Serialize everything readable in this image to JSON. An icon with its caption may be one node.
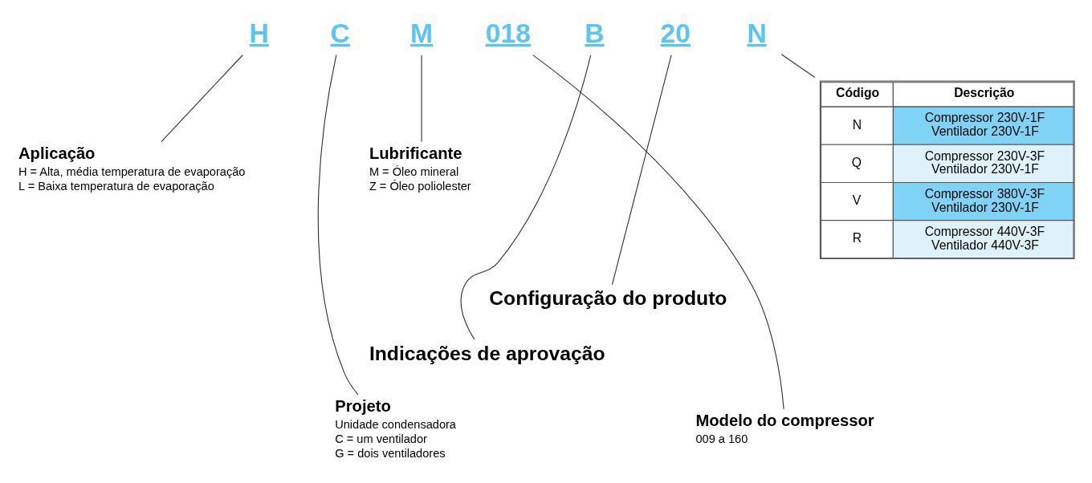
{
  "diagram": {
    "nodes": [
      {
        "text": [
          "H"
        ]
      },
      {
        "text": [
          "C"
        ]
      },
      {
        "text": [
          "M"
        ]
      },
      {
        "text": [
          "018"
        ]
      },
      {
        "text": [
          "B"
        ]
      },
      {
        "text": [
          "20"
        ]
      },
      {
        "text": [
          "N"
        ]
      },
      {
        "text": [
          "Aplicação",
          "H = Alta, média temperatura de evaporação",
          "L = Baixa temperatura de evaporação"
        ]
      },
      {
        "text": [
          "Projeto",
          "Unidade condensadora",
          "C = um ventilador",
          "G = dois ventiladores"
        ]
      },
      {
        "text": [
          "Lubrificante",
          "M = Óleo mineral",
          "Z = Óleo poliolester"
        ]
      },
      {
        "text": [
          "Modelo do compressor",
          "009 a 160"
        ]
      },
      {
        "text": [
          "Indicações de aprovação"
        ]
      },
      {
        "text": [
          "Configuração do produto"
        ]
      },
      {
        "text": [
          "Código",
          "Descrição",
          "N",
          "Compressor 230V-1F Ventilador 230V-1F",
          "Q",
          "Compressor 230V-3F Ventilador 230V-1F",
          "V",
          "Compressor 380V-3F Ventilador 230V-1F",
          "R",
          "Compressor 440V-3F Ventilador 440V-3F"
        ]
      }
    ],
    "edges": [
      {
        "from": 0,
        "to": 7,
        "arrow": "none"
      },
      {
        "from": 1,
        "to": 8,
        "arrow": "none"
      },
      {
        "from": 2,
        "to": 9,
        "arrow": "none"
      },
      {
        "from": 3,
        "to": 10,
        "arrow": "none"
      },
      {
        "from": 4,
        "to": 11,
        "arrow": "none"
      },
      {
        "from": 5,
        "to": 12,
        "arrow": "none"
      },
      {
        "from": 6,
        "to": 13,
        "arrow": "none"
      }
    ]
  }
}
